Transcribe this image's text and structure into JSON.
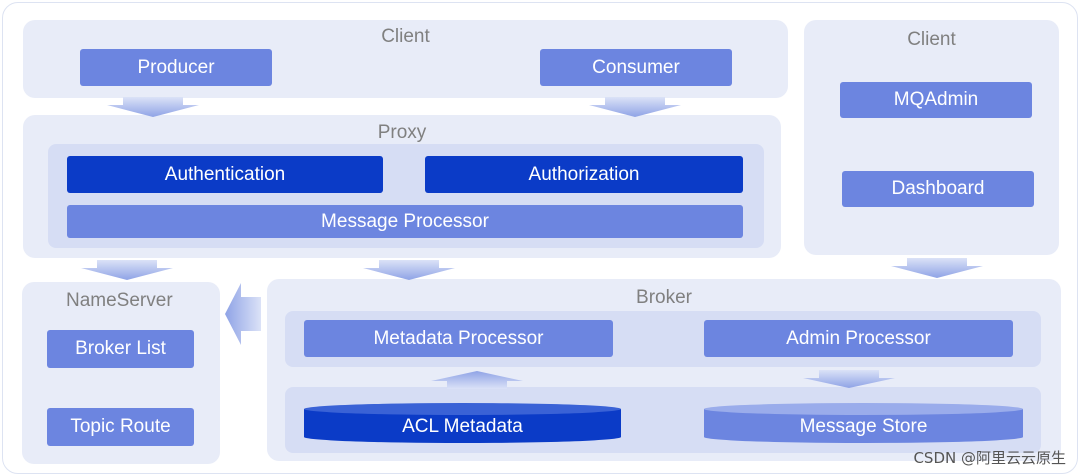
{
  "client_top": {
    "title": "Client",
    "producer": "Producer",
    "consumer": "Consumer"
  },
  "client_right": {
    "title": "Client",
    "mqadmin": "MQAdmin",
    "dashboard": "Dashboard"
  },
  "proxy": {
    "title": "Proxy",
    "authentication": "Authentication",
    "authorization": "Authorization",
    "message_processor": "Message Processor"
  },
  "nameserver": {
    "title": "NameServer",
    "broker_list": "Broker List",
    "topic_route": "Topic Route"
  },
  "broker": {
    "title": "Broker",
    "metadata_processor": "Metadata Processor",
    "admin_processor": "Admin Processor",
    "acl_metadata": "ACL Metadata",
    "message_store": "Message Store"
  },
  "watermark": "CSDN @阿里云云原生",
  "colors": {
    "panel": "#e8ecf8",
    "inner_panel": "#d6ddf4",
    "light_box": "#6c85e0",
    "dark_box": "#0b3bc7",
    "arrow": "#94a7e6"
  }
}
